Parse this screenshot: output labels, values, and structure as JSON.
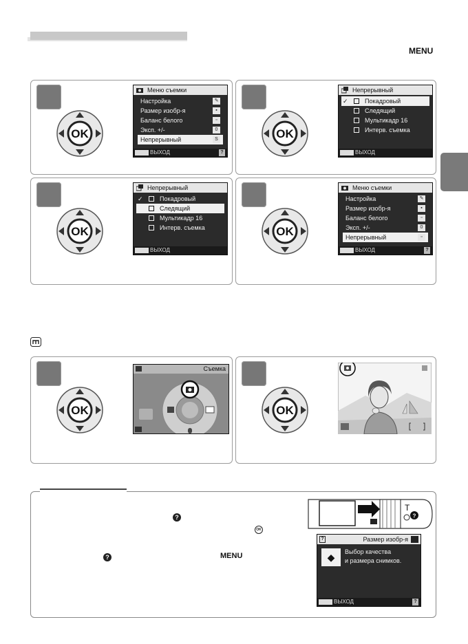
{
  "header": {
    "menu_label": "MENU"
  },
  "dpad": {
    "ok_label": "OK"
  },
  "shooting_menu": {
    "title": "Меню съемки",
    "items": [
      "Настройка",
      "Размер изобр-я",
      "Баланс белого",
      "Эксп. +/-",
      "Непрерывный"
    ],
    "badges": [
      "",
      "",
      "",
      "0",
      "S"
    ],
    "footer": "ВЫХОД"
  },
  "continuous_menu": {
    "title": "Непрерывный",
    "options": [
      "Покадровый",
      "Следящий",
      "Мультикадр 16",
      "Интерв. съемка"
    ],
    "footer": "ВЫХОД"
  },
  "mode_dial": {
    "label": "Съемка"
  },
  "help_screen": {
    "title": "Размер изобр-я",
    "text_line1": "Выбор качества",
    "text_line2": "и размера снимков.",
    "footer": "ВЫХОД",
    "zoom_label": "T"
  },
  "tip": {
    "menu_label": "MENU"
  }
}
